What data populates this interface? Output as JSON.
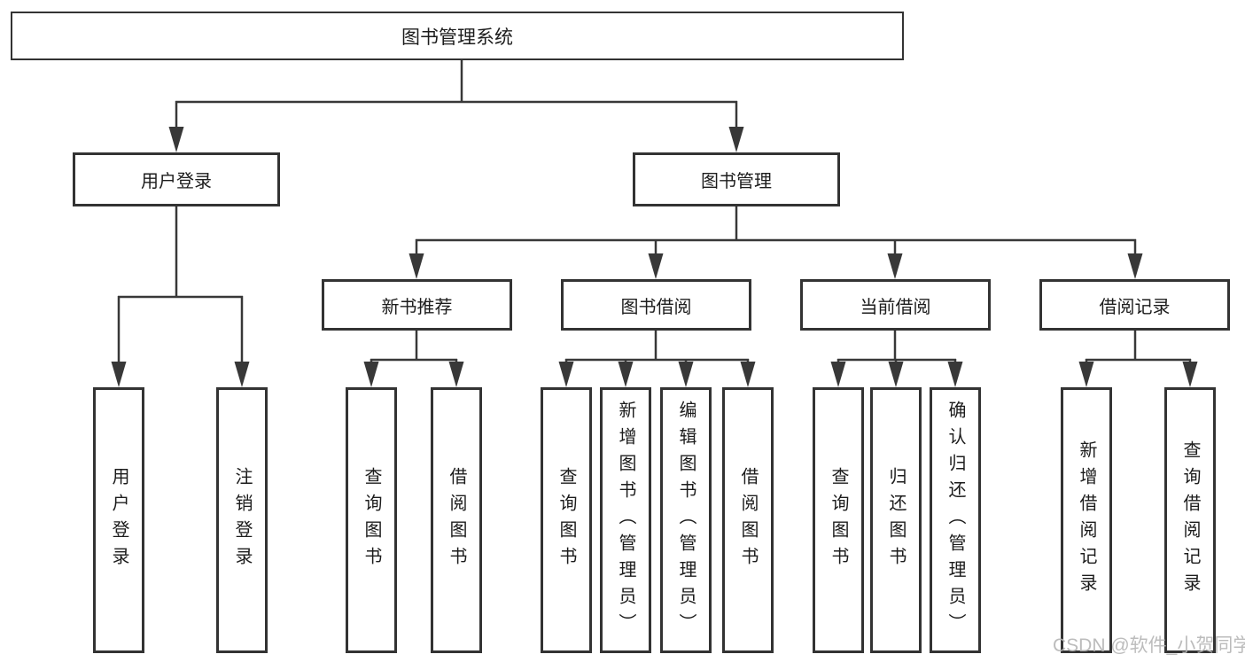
{
  "colors": {
    "line": "#383838",
    "box_border": "#333333",
    "text": "#1c1c1c",
    "watermark": "#b5b5b5",
    "background": "#ffffff"
  },
  "diagram": {
    "title": "图书管理系统",
    "branches": [
      {
        "label": "用户登录",
        "children": [
          {
            "label": "用户登录"
          },
          {
            "label": "注销登录"
          }
        ]
      },
      {
        "label": "图书管理",
        "children": [
          {
            "label": "新书推荐",
            "children": [
              {
                "label": "查询图书"
              },
              {
                "label": "借阅图书"
              }
            ]
          },
          {
            "label": "图书借阅",
            "children": [
              {
                "label": "查询图书"
              },
              {
                "label": "新增图书（管理员）"
              },
              {
                "label": "编辑图书（管理员）"
              },
              {
                "label": "借阅图书"
              }
            ]
          },
          {
            "label": "当前借阅",
            "children": [
              {
                "label": "查询图书"
              },
              {
                "label": "归还图书"
              },
              {
                "label": "确认归还（管理员）"
              }
            ]
          },
          {
            "label": "借阅记录",
            "children": [
              {
                "label": "新增借阅记录"
              },
              {
                "label": "查询借阅记录"
              }
            ]
          }
        ]
      }
    ]
  },
  "watermark": "CSDN @软件_小贺同学"
}
